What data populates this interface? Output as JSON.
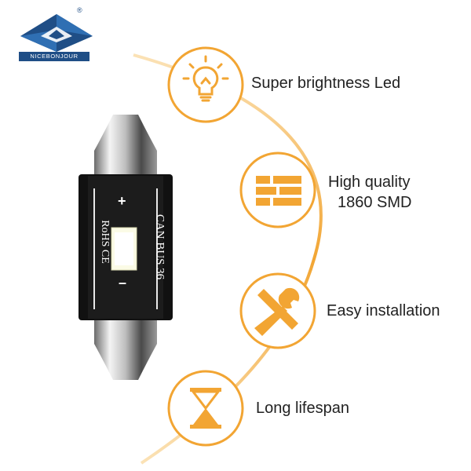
{
  "brand": {
    "name": "NICEBONJOUR",
    "registered_mark": "®"
  },
  "bulb": {
    "text_lines": [
      "CAN BUS 36",
      "RoHS CE"
    ],
    "plus": "+",
    "minus": "–"
  },
  "features": [
    {
      "icon": "lightbulb-icon",
      "label": "Super brightness Led"
    },
    {
      "icon": "smd-chip-icon",
      "label_line1": "High quality",
      "label_line2": "1860 SMD"
    },
    {
      "icon": "wrench-screwdriver-icon",
      "label": "Easy installation"
    },
    {
      "icon": "hourglass-icon",
      "label": "Long lifespan"
    }
  ],
  "colors": {
    "accent": "#f2a533",
    "accent_dark": "#e8901c",
    "navy": "#1f4e86",
    "text": "#222222"
  }
}
